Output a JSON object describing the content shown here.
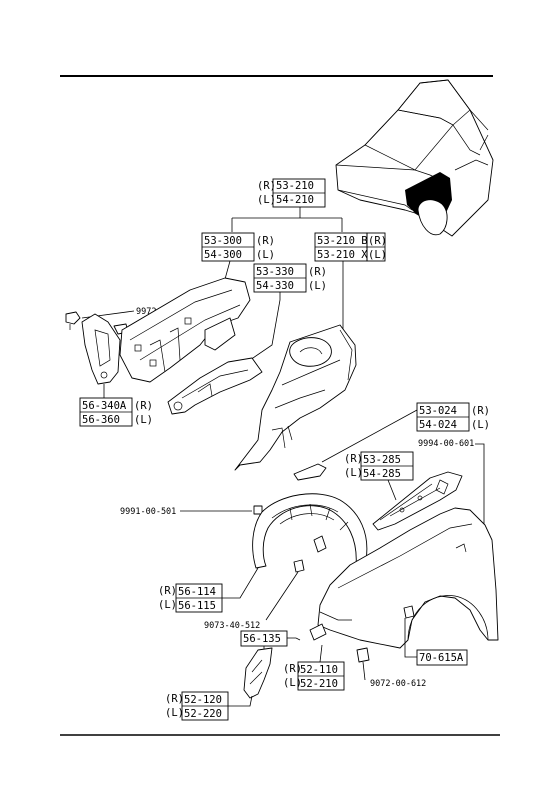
{
  "callouts": {
    "top_r": "(R)",
    "top_l": "(L)",
    "top_r_part": "53-210",
    "top_l_part": "54-210",
    "c300_r_part": "53-300",
    "c300_l_part": "54-300",
    "c300_r": "(R)",
    "c300_l": "(L)",
    "c330_r_part": "53-330",
    "c330_l_part": "54-330",
    "c330_r": "(R)",
    "c330_l": "(L)",
    "c210b_r_part": "53-210 B",
    "c210b_l_part": "53-210 X",
    "c210b_r": "(R)",
    "c210b_l": "(L)",
    "bolt_820": "9972-00-820",
    "c340_r_part": "56-340A",
    "c340_l_part": "56-360",
    "c340_r": "(R)",
    "c340_l": "(L)",
    "c024_r_part": "53-024",
    "c024_l_part": "54-024",
    "c024_r": "(R)",
    "c024_l": "(L)",
    "c601": "9994-00-601",
    "c285_r": "(R)",
    "c285_l": "(L)",
    "c285_r_part": "53-285",
    "c285_l_part": "54-285",
    "c501": "9991-00-501",
    "c114_r": "(R)",
    "c114_l": "(L)",
    "c114_r_part": "56-114",
    "c114_l_part": "56-115",
    "c512a": "9073-40-512",
    "c135": "56-135",
    "c615": "70-615A",
    "c110_r": "(R)",
    "c110_l": "(L)",
    "c110_r_part": "52-110",
    "c110_l_part": "52-210",
    "c512b": "9072-00-612",
    "c120_r": "(R)",
    "c120_l": "(L)",
    "c120_r_part": "52-120",
    "c120_l_part": "52-220"
  }
}
